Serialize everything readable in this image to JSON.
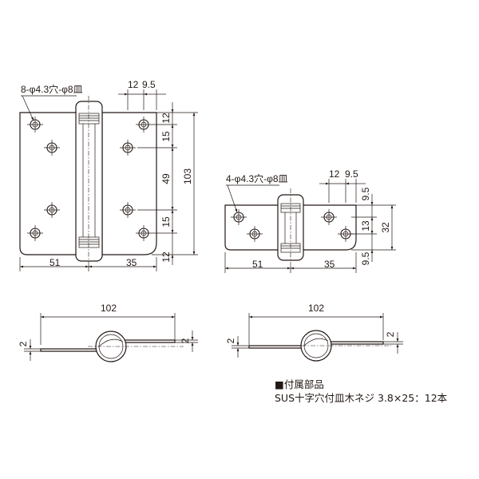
{
  "large_hinge": {
    "hole_callout": "8-φ4.3穴-φ8皿",
    "dim_pin_offset_a": "12",
    "dim_pin_offset_b": "9.5",
    "dim_left_leaf_width": "51",
    "dim_right_leaf_width": "35",
    "dim_total_height": "103",
    "dim_v_12_top": "12",
    "dim_v_15_upper": "15",
    "dim_v_49": "49",
    "dim_v_15_lower": "15",
    "dim_v_12_bottom": "12"
  },
  "small_hinge": {
    "hole_callout": "4-φ4.3穴-φ8皿",
    "dim_pin_offset_a": "12",
    "dim_pin_offset_b": "9.5",
    "dim_left_leaf_width": "51",
    "dim_right_leaf_width": "35",
    "dim_v_9_5_top": "9.5",
    "dim_v_13": "13",
    "dim_v_9_5_bottom": "9.5",
    "dim_total_height": "32"
  },
  "top_view_left": {
    "dim_total_length": "102",
    "dim_thickness_left": "2",
    "dim_thickness_right": "2"
  },
  "top_view_right": {
    "dim_total_length": "102",
    "dim_thickness_left": "2",
    "dim_thickness_right": "2"
  },
  "accessories": {
    "heading_marker": "■",
    "heading": "付属部品",
    "screw_spec": "SUS十字穴付皿木ネジ  3.8×25：12本"
  }
}
